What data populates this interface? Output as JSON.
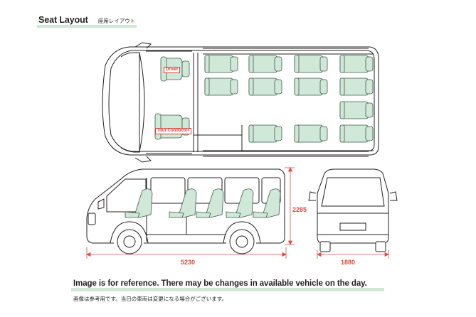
{
  "header": {
    "title": "Seat Layout",
    "title_jp": "座席レイアウト"
  },
  "labels": {
    "driver": "Driver",
    "tour_conductor": "Tour Conductor"
  },
  "dimensions": {
    "length": "5230",
    "height": "2285",
    "width": "1880"
  },
  "footer": {
    "note": "Image is for reference. There may be changes in available vehicle on the day.",
    "note_jp": "画像は参考用です。当日の車両は変更になる場合がございます。"
  },
  "colors": {
    "seat_fill": "#cfe8d8",
    "seat_stroke": "#3f5b4a",
    "dimension": "#e04b3c",
    "line": "#231f20"
  }
}
